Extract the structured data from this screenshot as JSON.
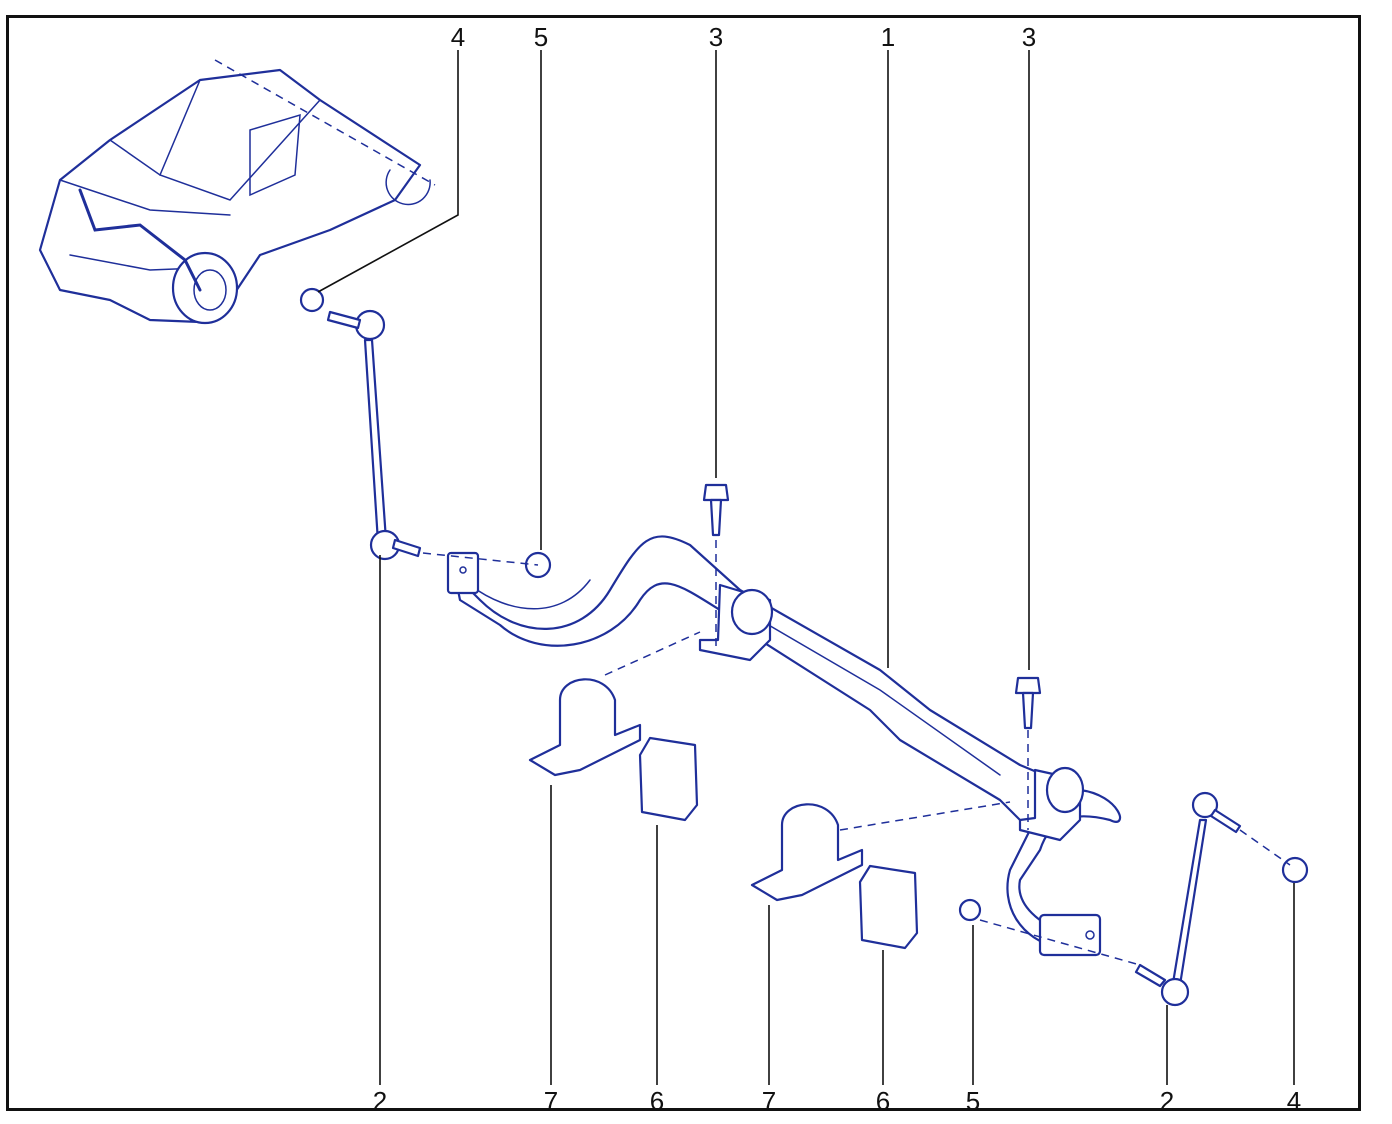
{
  "accent_color": "#1f2f9a",
  "callouts": {
    "top": [
      "4",
      "5",
      "3",
      "1",
      "3"
    ],
    "bottom": [
      "2",
      "7",
      "6",
      "7",
      "6",
      "5",
      "2",
      "4"
    ]
  },
  "icons": [
    "vehicle-illustration",
    "anti-roll-bar",
    "link-rod-left",
    "link-rod-right",
    "bolt",
    "nut",
    "bearing-clamp",
    "bush"
  ]
}
